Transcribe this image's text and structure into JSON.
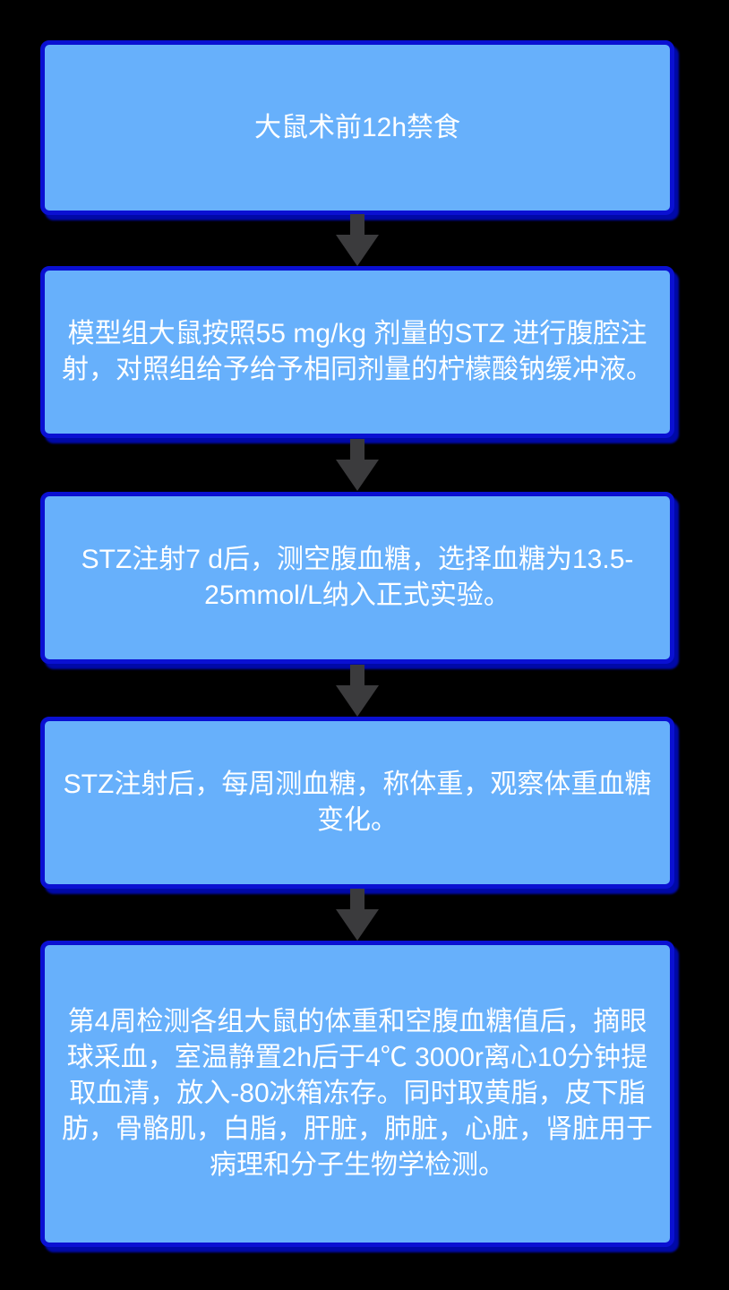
{
  "page": {
    "background_color": "#000000"
  },
  "flowchart": {
    "box_fill_color": "#67B0FB",
    "box_border_color": "#0A10D2",
    "box_shadow_color": "#0009A8",
    "arrow_color": "#3B3B3D",
    "text_color": "#FFFFFF",
    "steps": [
      {
        "text": "大鼠术前12h禁食"
      },
      {
        "text": "模型组大鼠按照55 mg/kg 剂量的STZ 进行腹腔注射，对照组给予给予相同剂量的柠檬酸钠缓冲液。"
      },
      {
        "text": "STZ注射7 d后，测空腹血糖，选择血糖为13.5-25mmol/L纳入正式实验。"
      },
      {
        "text": "STZ注射后，每周测血糖，称体重，观察体重血糖变化。"
      },
      {
        "text": "第4周检测各组大鼠的体重和空腹血糖值后，摘眼球采血，室温静置2h后于4℃ 3000r离心10分钟提取血清，放入-80冰箱冻存。同时取黄脂，皮下脂肪，骨骼肌，白脂，肝脏，肺脏，心脏，肾脏用于病理和分子生物学检测。"
      }
    ]
  }
}
